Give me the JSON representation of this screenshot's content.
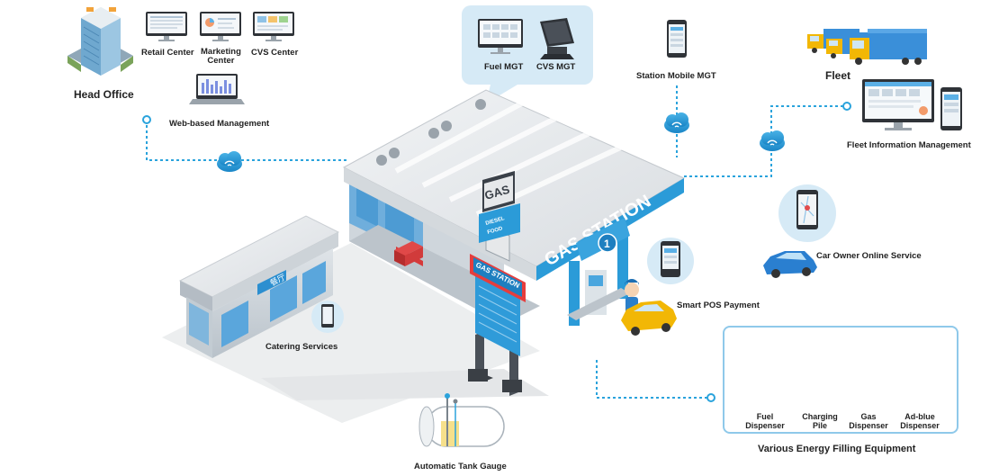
{
  "head_office": {
    "title": "Head Office"
  },
  "centers": [
    {
      "label": "Retail Center"
    },
    {
      "label": "Marketing\nCenter"
    },
    {
      "label": "CVS Center"
    }
  ],
  "web_mgmt": {
    "label": "Web-based Management"
  },
  "callout": {
    "fuel_label": "Fuel MGT",
    "cvs_label": "CVS MGT"
  },
  "station_mobile": {
    "label": "Station Mobile MGT"
  },
  "fleet": {
    "title": "Fleet",
    "info_label": "Fleet Information Management"
  },
  "car_owner": {
    "label": "Car Owner Online Service"
  },
  "smart_pos": {
    "label": "Smart POS Payment"
  },
  "catering": {
    "label": "Catering Services",
    "sign_text": "餐厅"
  },
  "tank": {
    "label": "Automatic Tank Gauge"
  },
  "station": {
    "canopy_text": "GAS STATION",
    "pole_sign_top": "GAS",
    "pole_sign_mid1": "DIESEL",
    "pole_sign_mid2": "FOOD",
    "pole_banner": "GAS STATION",
    "pump_number": "1"
  },
  "equipment": {
    "title": "Various Energy Filling Equipment",
    "items": [
      {
        "label": "Fuel\nDispenser"
      },
      {
        "label": "Charging\nPile"
      },
      {
        "label": "Gas\nDispenser"
      },
      {
        "label": "Ad-blue\nDispenser"
      }
    ]
  },
  "colors": {
    "accent": "#1e9ad6",
    "dash": "#2aa3dc",
    "roof": "#e6e8ea",
    "wall": "#cfd6dc",
    "callout": "#d6eaf6",
    "truck_yellow": "#f2b705",
    "truck_blue": "#3a8fd9"
  }
}
